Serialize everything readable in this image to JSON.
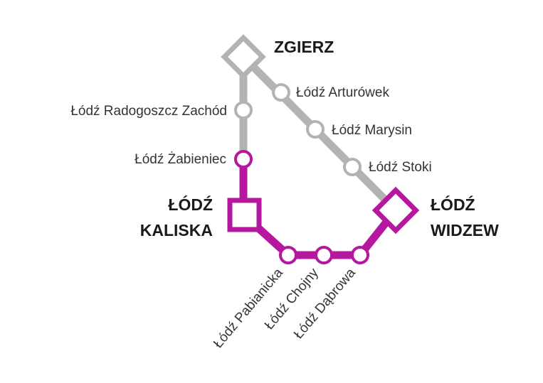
{
  "colors": {
    "grey_line": "#b3b3b3",
    "magenta_line": "#b5179e",
    "station_fill": "#ffffff",
    "text": "#333333"
  },
  "stations": {
    "zgierz": "ZGIERZ",
    "arturowek": "Łódź Arturówek",
    "radogoszcz": "Łódź Radogoszcz Zachód",
    "marysin": "Łódź Marysin",
    "zabieniec": "Łódź Żabieniec",
    "stoki": "Łódź Stoki",
    "kaliska_line1": "ŁÓDŹ",
    "kaliska_line2": "KALISKA",
    "widzew_line1": "ŁÓDŹ",
    "widzew_line2": "WIDZEW",
    "pabianicka": "Łódź Pabianicka",
    "chojny": "Łódź Chojny",
    "dabrowa": "Łódź Dąbrowa"
  }
}
